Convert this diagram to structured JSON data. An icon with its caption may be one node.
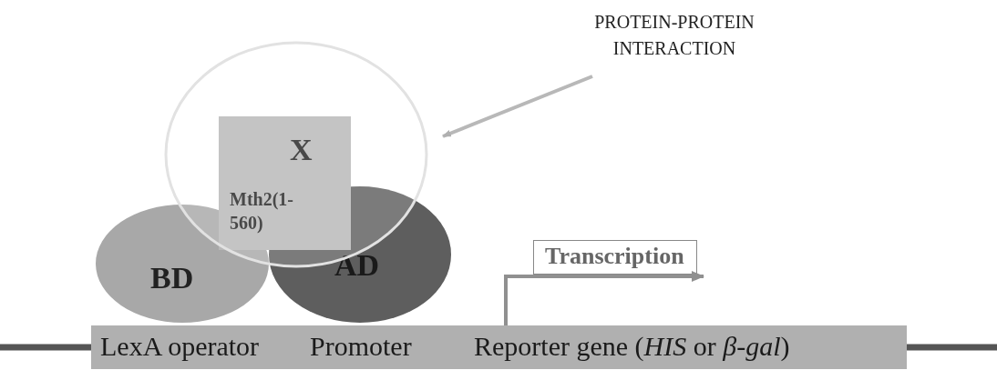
{
  "diagram": {
    "nodes": [
      {
        "text": [
          "PROTEIN-PROTEIN INTERACTION"
        ]
      },
      {
        "text": [],
        "shape": "circle"
      },
      {
        "text": [
          "X",
          "Mth2(1-560)"
        ],
        "in": 1
      },
      {
        "text": [
          "BD"
        ]
      },
      {
        "text": [
          "AD"
        ]
      },
      {
        "text": [
          "Transcription"
        ]
      },
      {
        "text": [
          "LexA operator",
          "Promoter",
          "Reporter gene (*HIS* or *β-gal*)"
        ]
      }
    ],
    "edges": [
      {
        "from": 0,
        "to": 1,
        "arrow": "to"
      },
      {
        "from": 6,
        "to": 5,
        "arrow": "to"
      }
    ]
  }
}
